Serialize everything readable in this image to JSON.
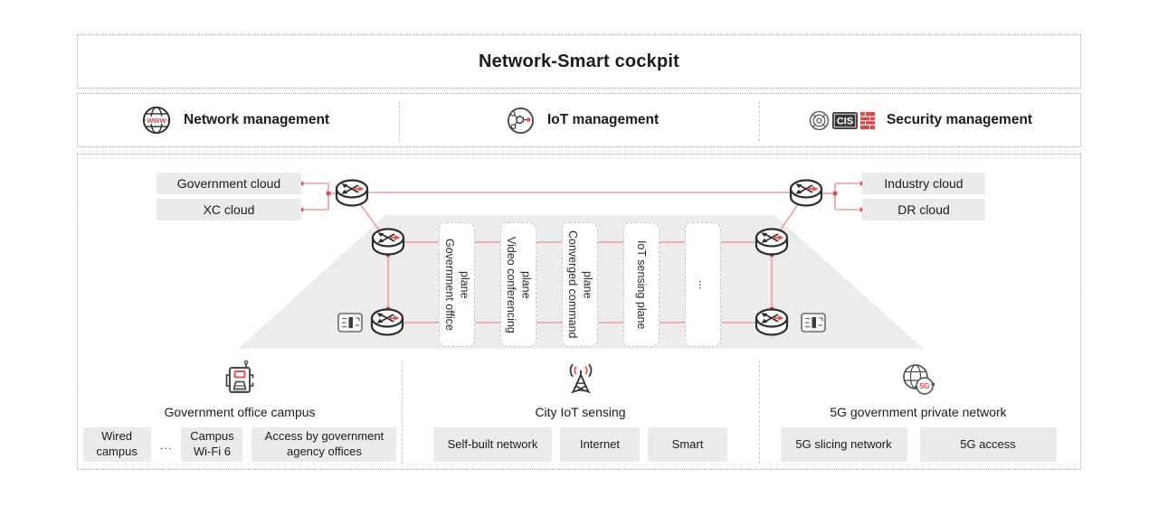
{
  "title": "Network-Smart cockpit",
  "management": {
    "items": [
      {
        "label": "Network management"
      },
      {
        "label": "IoT management"
      },
      {
        "label": "Security management"
      }
    ],
    "icon_texts": {
      "globe": "www",
      "cis": "CIS"
    }
  },
  "clouds": {
    "left": [
      "Government cloud",
      "XC cloud"
    ],
    "right": [
      "Industry cloud",
      "DR cloud"
    ]
  },
  "planes": [
    "Government office plane",
    "Video conferencing plane",
    "Converged command plane",
    "IoT sensing plane",
    "..."
  ],
  "sections": [
    {
      "label": "Government office campus",
      "boxes": [
        "Wired campus",
        "Campus Wi-Fi 6",
        "Access by government agency offices"
      ],
      "separator": "..."
    },
    {
      "label": "City IoT sensing",
      "boxes": [
        "Self-built network",
        "Internet",
        "Smart"
      ]
    },
    {
      "label": "5G government private network",
      "boxes": [
        "5G slicing network",
        "5G access"
      ]
    }
  ],
  "icons": {
    "five_g": "5G"
  },
  "colors": {
    "accent_red": "#e05050",
    "line_red": "#f29c9c",
    "panel_gray": "#ebebeb"
  }
}
